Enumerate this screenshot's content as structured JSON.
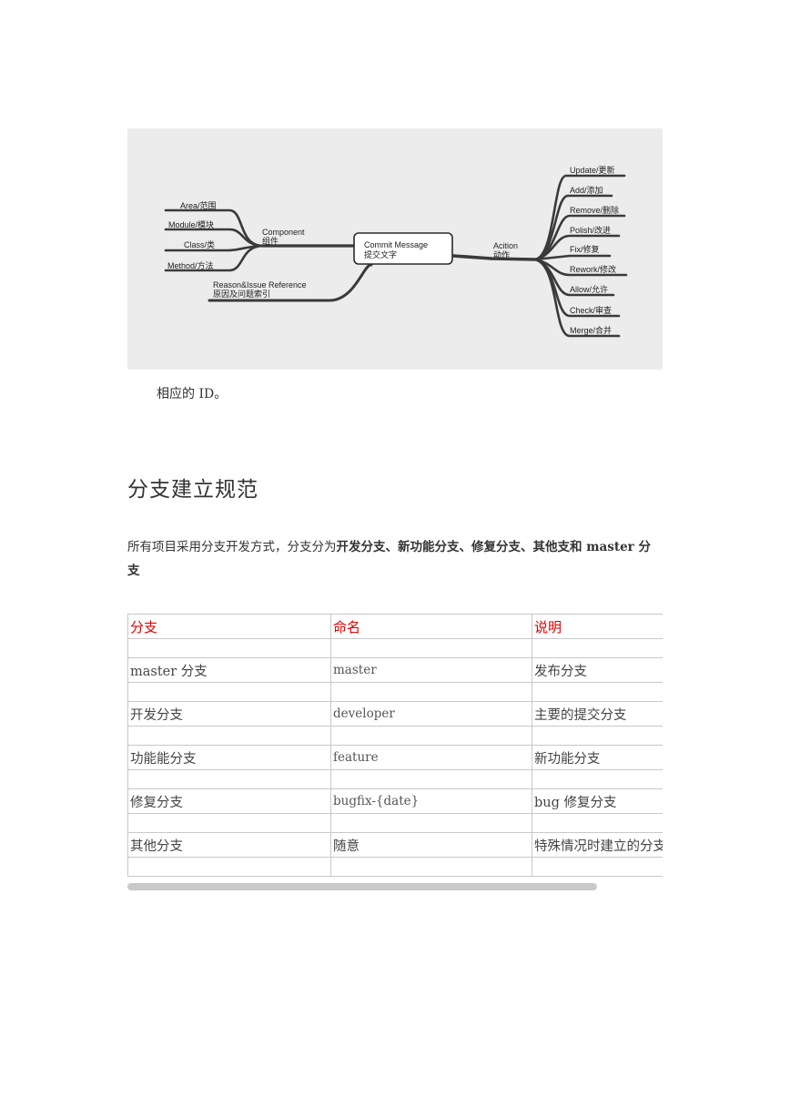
{
  "mindmap": {
    "center": {
      "line1": "Commit Message",
      "line2": "提交文字"
    },
    "component": {
      "line1": "Component",
      "line2": "组件"
    },
    "component_items": [
      "Area/范围",
      "Module/模块",
      "Class/类",
      "Method/方法"
    ],
    "reason": {
      "line1": "Reason&Issue Reference",
      "line2": "原因及问题索引"
    },
    "action": {
      "line1": "Acition",
      "line2": "动作"
    },
    "action_items": [
      "Update/更新",
      "Add/添加",
      "Remove/删除",
      "Polish/改进",
      "Fix/修复",
      "Rework/修改",
      "Allow/允许",
      "Check/审查",
      "Merge/合并"
    ]
  },
  "caption": "相应的 ID。",
  "section_title": "分支建立规范",
  "intro": {
    "prefix": "所有项目采用分支开发方式，分支分为",
    "bold": "开发分支、新功能分支、修复分支、其他支和 master 分支"
  },
  "table": {
    "headers": [
      "分支",
      "命名",
      "说明"
    ],
    "rows": [
      [
        "master 分支",
        "master",
        "发布分支"
      ],
      [
        "开发分支",
        "developer",
        "主要的提交分支"
      ],
      [
        "功能能分支",
        "feature",
        "新功能分支"
      ],
      [
        "修复分支",
        "bugfix-{date}",
        "bug 修复分支"
      ],
      [
        "其他分支",
        "随意",
        "特殊情况时建立的分支"
      ]
    ]
  }
}
